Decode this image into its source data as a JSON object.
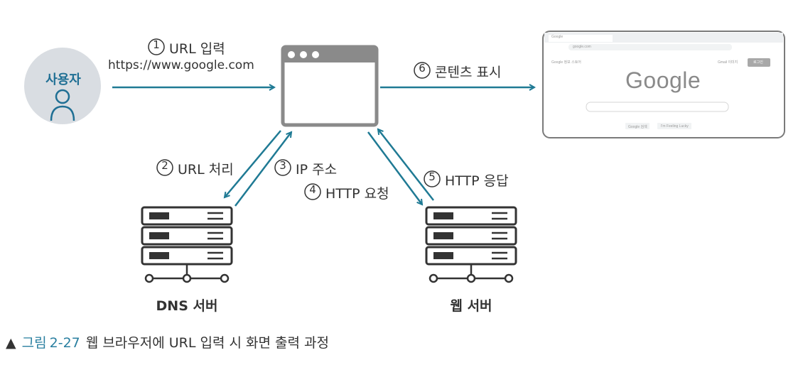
{
  "user": {
    "label": "사용자"
  },
  "steps": {
    "s1_num": "1",
    "s1_text": "URL 입력",
    "s1_url": "https://www.google.com",
    "s2_num": "2",
    "s2_text": "URL 처리",
    "s3_num": "3",
    "s3_text": "IP 주소",
    "s4_num": "4",
    "s4_text": "HTTP 요청",
    "s5_num": "5",
    "s5_text": "HTTP 응답",
    "s6_num": "6",
    "s6_text": "콘텐츠 표시"
  },
  "servers": {
    "dns": "DNS 서버",
    "web": "웹 서버"
  },
  "screenshot": {
    "logo": "Google",
    "tab": "Google",
    "address": "google.com",
    "top_left_links": "Google 정보   스토어",
    "top_right_links": "Gmail  이미지",
    "login_button": "로그인",
    "btn_search": "Google 검색",
    "btn_lucky": "I'm Feeling Lucky"
  },
  "caption": {
    "marker": "▲",
    "prefix": "그림",
    "number": "2-27",
    "text": "웹 브라우저에 URL 입력 시 화면 출력 과정"
  },
  "colors": {
    "arrow": "#1f7a94",
    "user_circle": "#d9dde2",
    "user_text": "#1f6f94",
    "icon_gray": "#8a8a8a"
  }
}
